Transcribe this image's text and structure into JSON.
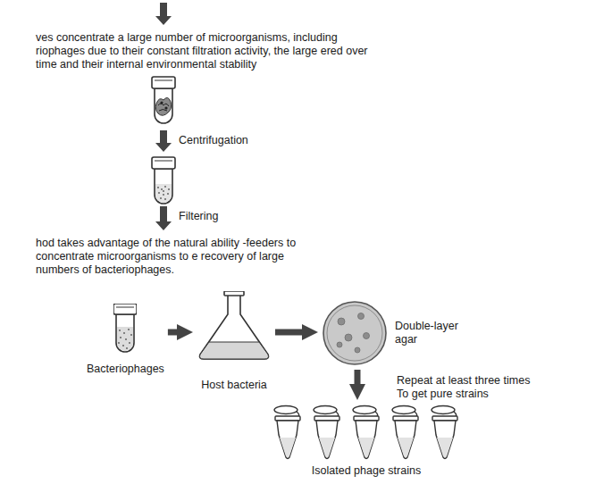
{
  "diagram": {
    "nodes": [
      {
        "text": [
          "Bacteriophages"
        ]
      },
      {
        "text": [
          "Host bacteria"
        ]
      },
      {
        "text": [
          "Double-layer agar"
        ]
      },
      {
        "text": [
          "Isolated phage strains"
        ]
      }
    ],
    "edges": [
      {
        "from": 0,
        "to": 1,
        "arrow": "to"
      },
      {
        "from": 1,
        "to": 2,
        "arrow": "to"
      },
      {
        "from": 2,
        "to": 3,
        "arrow": "to",
        "label": "Repeat at least three times To get pure strains"
      }
    ],
    "labels": [
      "ves concentrate a large number of microorganisms, including riophages due to their constant filtration activity, the large ered over time and their internal environmental stability",
      "Centrifugation",
      "Filtering",
      "hod takes advantage of the natural ability -feeders to concentrate microorganisms to e recovery of large numbers of bacteriophages."
    ]
  }
}
